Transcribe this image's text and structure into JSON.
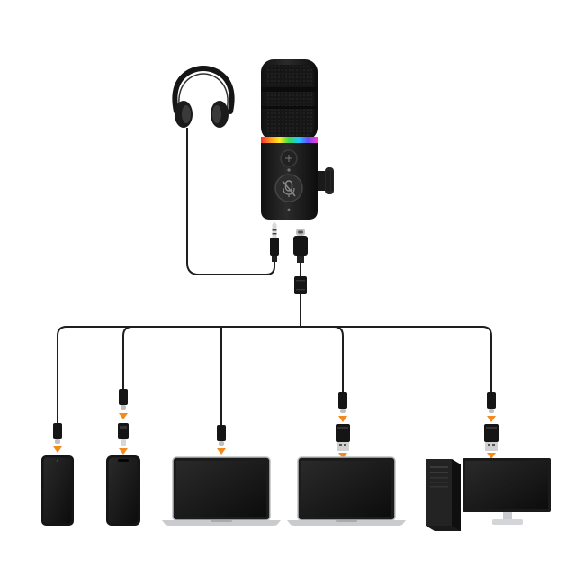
{
  "diagram": {
    "type": "connection-diagram",
    "source_device": "usb-microphone",
    "accessory": "headphones",
    "connectors": [
      "3.5mm-jack",
      "usb-c",
      "lightning-adapter",
      "usb-c-adapter",
      "usb-a-adapter"
    ],
    "targets": [
      "android-phone",
      "iphone",
      "laptop",
      "laptop",
      "desktop-pc-with-monitor"
    ],
    "colors": {
      "background": "#ffffff",
      "cable": "#222222",
      "device_body": "#1a1a1a",
      "arrow_orange": "#f28a1e",
      "laptop_silver": "#c9cbcf",
      "rgb_ring": [
        "#ff2d2d",
        "#ff9a1e",
        "#ffe81e",
        "#33dd55",
        "#1ec8ff",
        "#6a4dff",
        "#ff3dc8"
      ]
    }
  }
}
